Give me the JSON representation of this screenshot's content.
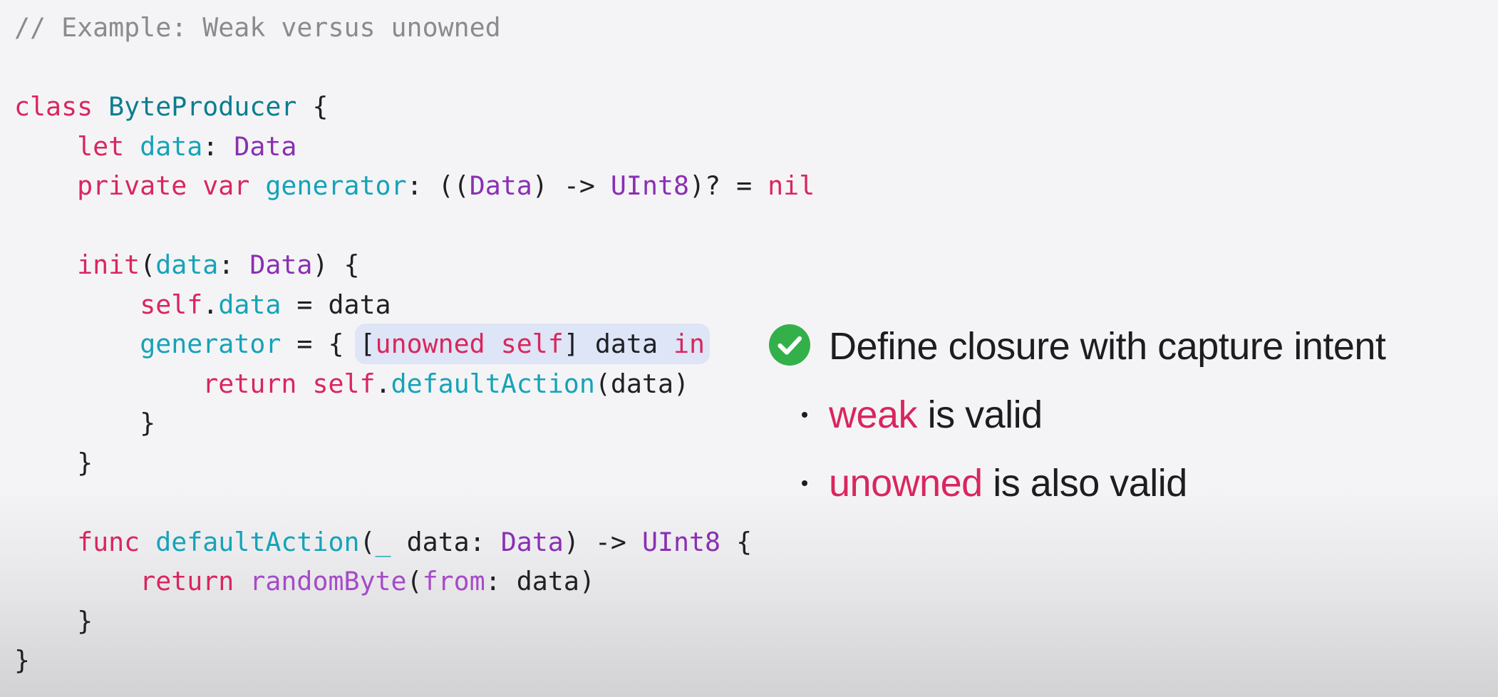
{
  "colors": {
    "keyword": "#d9265e",
    "type_declaration": "#0b7d8f",
    "type": "#8a2fb3",
    "property": "#15a3b8",
    "function": "#a64ac9",
    "comment": "#8a8a8f",
    "text": "#1f1f24",
    "capture_highlight": "#dde5f6",
    "check_green": "#34b04a"
  },
  "code": {
    "lines": [
      [
        {
          "t": "// Example: Weak versus unowned",
          "c": "comment"
        }
      ],
      [],
      [
        {
          "t": "class",
          "c": "keyword"
        },
        {
          "t": " "
        },
        {
          "t": "ByteProducer",
          "c": "typedecl"
        },
        {
          "t": " {"
        }
      ],
      [
        {
          "t": "    "
        },
        {
          "t": "let",
          "c": "keyword"
        },
        {
          "t": " "
        },
        {
          "t": "data",
          "c": "prop"
        },
        {
          "t": ": "
        },
        {
          "t": "Data",
          "c": "type"
        }
      ],
      [
        {
          "t": "    "
        },
        {
          "t": "private",
          "c": "keyword"
        },
        {
          "t": " "
        },
        {
          "t": "var",
          "c": "keyword"
        },
        {
          "t": " "
        },
        {
          "t": "generator",
          "c": "prop"
        },
        {
          "t": ": (("
        },
        {
          "t": "Data",
          "c": "type"
        },
        {
          "t": ") -> "
        },
        {
          "t": "UInt8",
          "c": "type"
        },
        {
          "t": ")? = "
        },
        {
          "t": "nil",
          "c": "keyword"
        }
      ],
      [],
      [
        {
          "t": "    "
        },
        {
          "t": "init",
          "c": "keyword"
        },
        {
          "t": "("
        },
        {
          "t": "data",
          "c": "prop"
        },
        {
          "t": ": "
        },
        {
          "t": "Data",
          "c": "type"
        },
        {
          "t": ") {"
        }
      ],
      [
        {
          "t": "        "
        },
        {
          "t": "self",
          "c": "keyword"
        },
        {
          "t": "."
        },
        {
          "t": "data",
          "c": "prop"
        },
        {
          "t": " = data"
        }
      ],
      [
        {
          "t": "        "
        },
        {
          "t": "generator",
          "c": "prop"
        },
        {
          "t": " = { "
        },
        {
          "hl": [
            {
              "t": "["
            },
            {
              "t": "unowned",
              "c": "keyword"
            },
            {
              "t": " "
            },
            {
              "t": "self",
              "c": "keyword"
            },
            {
              "t": "] data "
            },
            {
              "t": "in",
              "c": "keyword"
            }
          ]
        }
      ],
      [
        {
          "t": "            "
        },
        {
          "t": "return",
          "c": "keyword"
        },
        {
          "t": " "
        },
        {
          "t": "self",
          "c": "keyword"
        },
        {
          "t": "."
        },
        {
          "t": "defaultAction",
          "c": "prop"
        },
        {
          "t": "(data)"
        }
      ],
      [
        {
          "t": "        }"
        }
      ],
      [
        {
          "t": "    }"
        }
      ],
      [],
      [
        {
          "t": "    "
        },
        {
          "t": "func",
          "c": "keyword"
        },
        {
          "t": " "
        },
        {
          "t": "defaultAction",
          "c": "prop"
        },
        {
          "t": "("
        },
        {
          "t": "_",
          "c": "prop"
        },
        {
          "t": " data: "
        },
        {
          "t": "Data",
          "c": "type"
        },
        {
          "t": ") -> "
        },
        {
          "t": "UInt8",
          "c": "type"
        },
        {
          "t": " {"
        }
      ],
      [
        {
          "t": "        "
        },
        {
          "t": "return",
          "c": "keyword"
        },
        {
          "t": " "
        },
        {
          "t": "randomByte",
          "c": "func"
        },
        {
          "t": "("
        },
        {
          "t": "from",
          "c": "func"
        },
        {
          "t": ": data)"
        }
      ],
      [
        {
          "t": "    }"
        }
      ],
      [
        {
          "t": "}"
        }
      ]
    ]
  },
  "notes": {
    "icon": "check-circle-icon",
    "heading": "Define closure with capture intent",
    "bullets": [
      {
        "keyword": "weak",
        "rest": " is valid"
      },
      {
        "keyword": "unowned",
        "rest": " is also valid"
      }
    ]
  }
}
